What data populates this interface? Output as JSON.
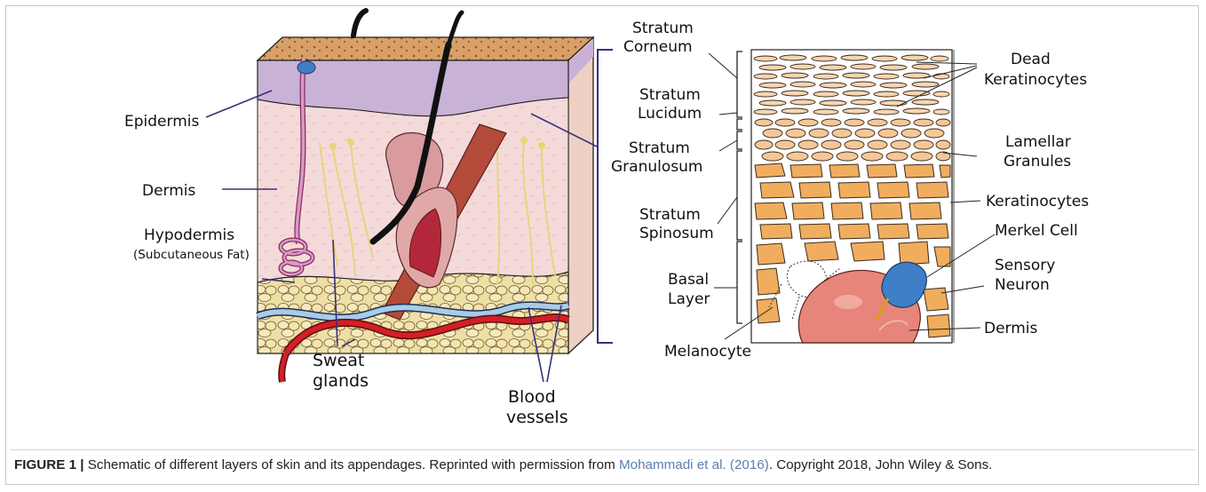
{
  "left_panel": {
    "labels": {
      "epidermis": "Epidermis",
      "dermis": "Dermis",
      "hypodermis": "Hypodermis",
      "hypodermis_sub": "(Subcutaneous Fat)",
      "sweat_1": "Sweat",
      "sweat_2": "glands",
      "blood_1": "Blood",
      "blood_2": "vessels"
    }
  },
  "right_panel": {
    "left_labels": {
      "corneum_1": "Stratum",
      "corneum_2": "Corneum",
      "lucidum_1": "Stratum",
      "lucidum_2": "Lucidum",
      "granulosum_1": "Stratum",
      "granulosum_2": "Granulosum",
      "spinosum_1": "Stratum",
      "spinosum_2": "Spinosum",
      "basal_1": "Basal",
      "basal_2": "Layer",
      "melanocyte": "Melanocyte"
    },
    "right_labels": {
      "dead_1": "Dead",
      "dead_2": "Keratinocytes",
      "lamellar_1": "Lamellar",
      "lamellar_2": "Granules",
      "keratinocytes": "Keratinocytes",
      "merkel": "Merkel Cell",
      "sensory_1": "Sensory",
      "sensory_2": "Neuron",
      "dermis": "Dermis"
    }
  },
  "caption": {
    "figure_label": "FIGURE 1 |",
    "text_before": " Schematic of different layers of skin and its appendages. Reprinted with permission from ",
    "reference": "Mohammadi et al. (2016)",
    "text_after": ". Copyright 2018, John Wiley & Sons."
  },
  "colors": {
    "line": "#3a2f7a",
    "epidermis": "#c8b2d6",
    "dermis": "#f3d7d7",
    "fat": "#efdfa6",
    "cell": "#f1ad5e",
    "merkel": "#3f7fc7",
    "dermis_bulb": "#e8857a"
  }
}
